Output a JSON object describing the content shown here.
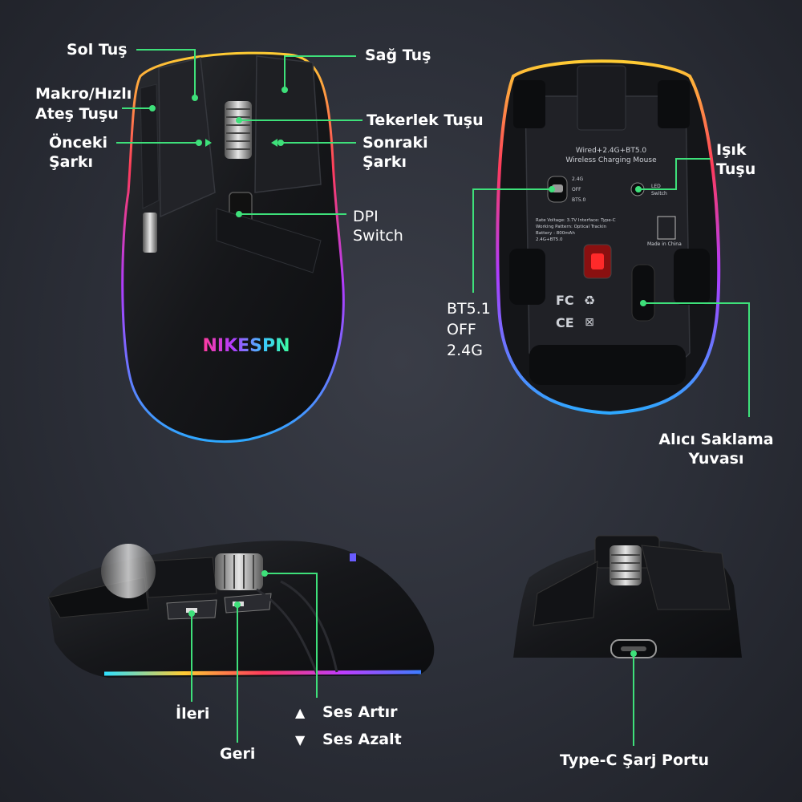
{
  "colors": {
    "background": "#2b2e37",
    "callout_line": "#3ee07a",
    "label_text": "#ffffff",
    "mouse_body": "#1a1b1f",
    "rgb_strip": [
      "#ff3b5c",
      "#ff8a1c",
      "#b03cff",
      "#3c7dff",
      "#2ee0ff"
    ]
  },
  "labels": {
    "sol_tus": "Sol Tuş",
    "sag_tus": "Sağ Tuş",
    "makro_line1": "Makro/Hızlı",
    "makro_line2": "Ateş Tuşu",
    "tekerlek": "Tekerlek Tuşu",
    "onceki_line1": "Önceki",
    "onceki_line2": "Şarkı",
    "sonraki_line1": "Sonraki",
    "sonraki_line2": "Şarkı",
    "dpi_line1": "DPI",
    "dpi_line2": "Switch",
    "isik_line1": "Işık",
    "isik_line2": "Tuşu",
    "mode_line1": "BT5.1",
    "mode_line2": "OFF",
    "mode_line3": "2.4G",
    "alici_line1": "Alıcı Saklama",
    "alici_line2": "Yuvası",
    "ileri": "İleri",
    "geri": "Geri",
    "ses_artir": "Ses Artır",
    "ses_azalt": "Ses Azalt",
    "typec": "Type-C Şarj Portu"
  },
  "icons": {
    "up": "▲",
    "down": "▼",
    "prev_arrow": "◀",
    "next_arrow": "◀"
  },
  "brand": {
    "logo_text": "NIKESPN"
  },
  "bottom_plate": {
    "title_line1": "Wired+2.4G+BT5.0",
    "title_line2": "Wireless Charging Mouse",
    "switch_label_1": "2.4G",
    "switch_label_2": "OFF",
    "switch_label_3": "BT5.0",
    "led_label_line1": "LED",
    "led_label_line2": "Switch",
    "spec_line1": "Rate Voltage: 3.7V   Interface: Type-C",
    "spec_line2": "Working Pattern: Optical Trackin",
    "spec_line3": "Battery : 800mAh",
    "spec_line4": "2.4G+BT5.0",
    "made_in": "Made in China",
    "fc": "FC",
    "ce": "CE"
  }
}
